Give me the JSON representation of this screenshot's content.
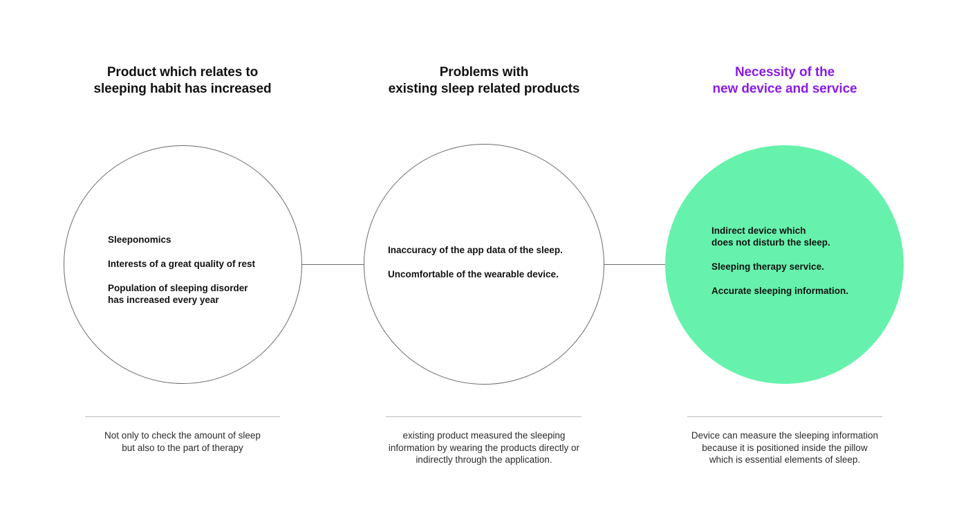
{
  "diagram": {
    "type": "three-stage-circle-flow",
    "background_color": "#ffffff",
    "accent_color": "#8A1BE8",
    "highlight_fill_color": "#66F2AC",
    "outline_color": "#6b6b6b",
    "divider_color": "#b9b9b9"
  },
  "columns": [
    {
      "heading": "Product which relates to\nsleeping habit has increased",
      "heading_color": "#111111",
      "circle_style": "outline",
      "bullets": [
        "Sleeponomics",
        "Interests of a great quality of rest",
        "Population of sleeping disorder\nhas increased every year"
      ],
      "caption": "Not only to check the amount of sleep\nbut also to the part of therapy"
    },
    {
      "heading": "Problems with\nexisting sleep related products",
      "heading_color": "#111111",
      "circle_style": "outline",
      "bullets": [
        "Inaccuracy of the app data of the sleep.",
        "Uncomfortable of the wearable device."
      ],
      "caption": "existing product measured the sleeping\ninformation by wearing the products directly or\nindirectly through the application."
    },
    {
      "heading": "Necessity of the\nnew device and service",
      "heading_color": "#8A1BE8",
      "circle_style": "filled",
      "bullets": [
        "Indirect device which\ndoes not disturb the sleep.",
        "Sleeping therapy service.",
        "Accurate sleeping information."
      ],
      "caption": "Device can measure the sleeping information\nbecause it is positioned inside the pillow\nwhich is essential elements of sleep."
    }
  ]
}
